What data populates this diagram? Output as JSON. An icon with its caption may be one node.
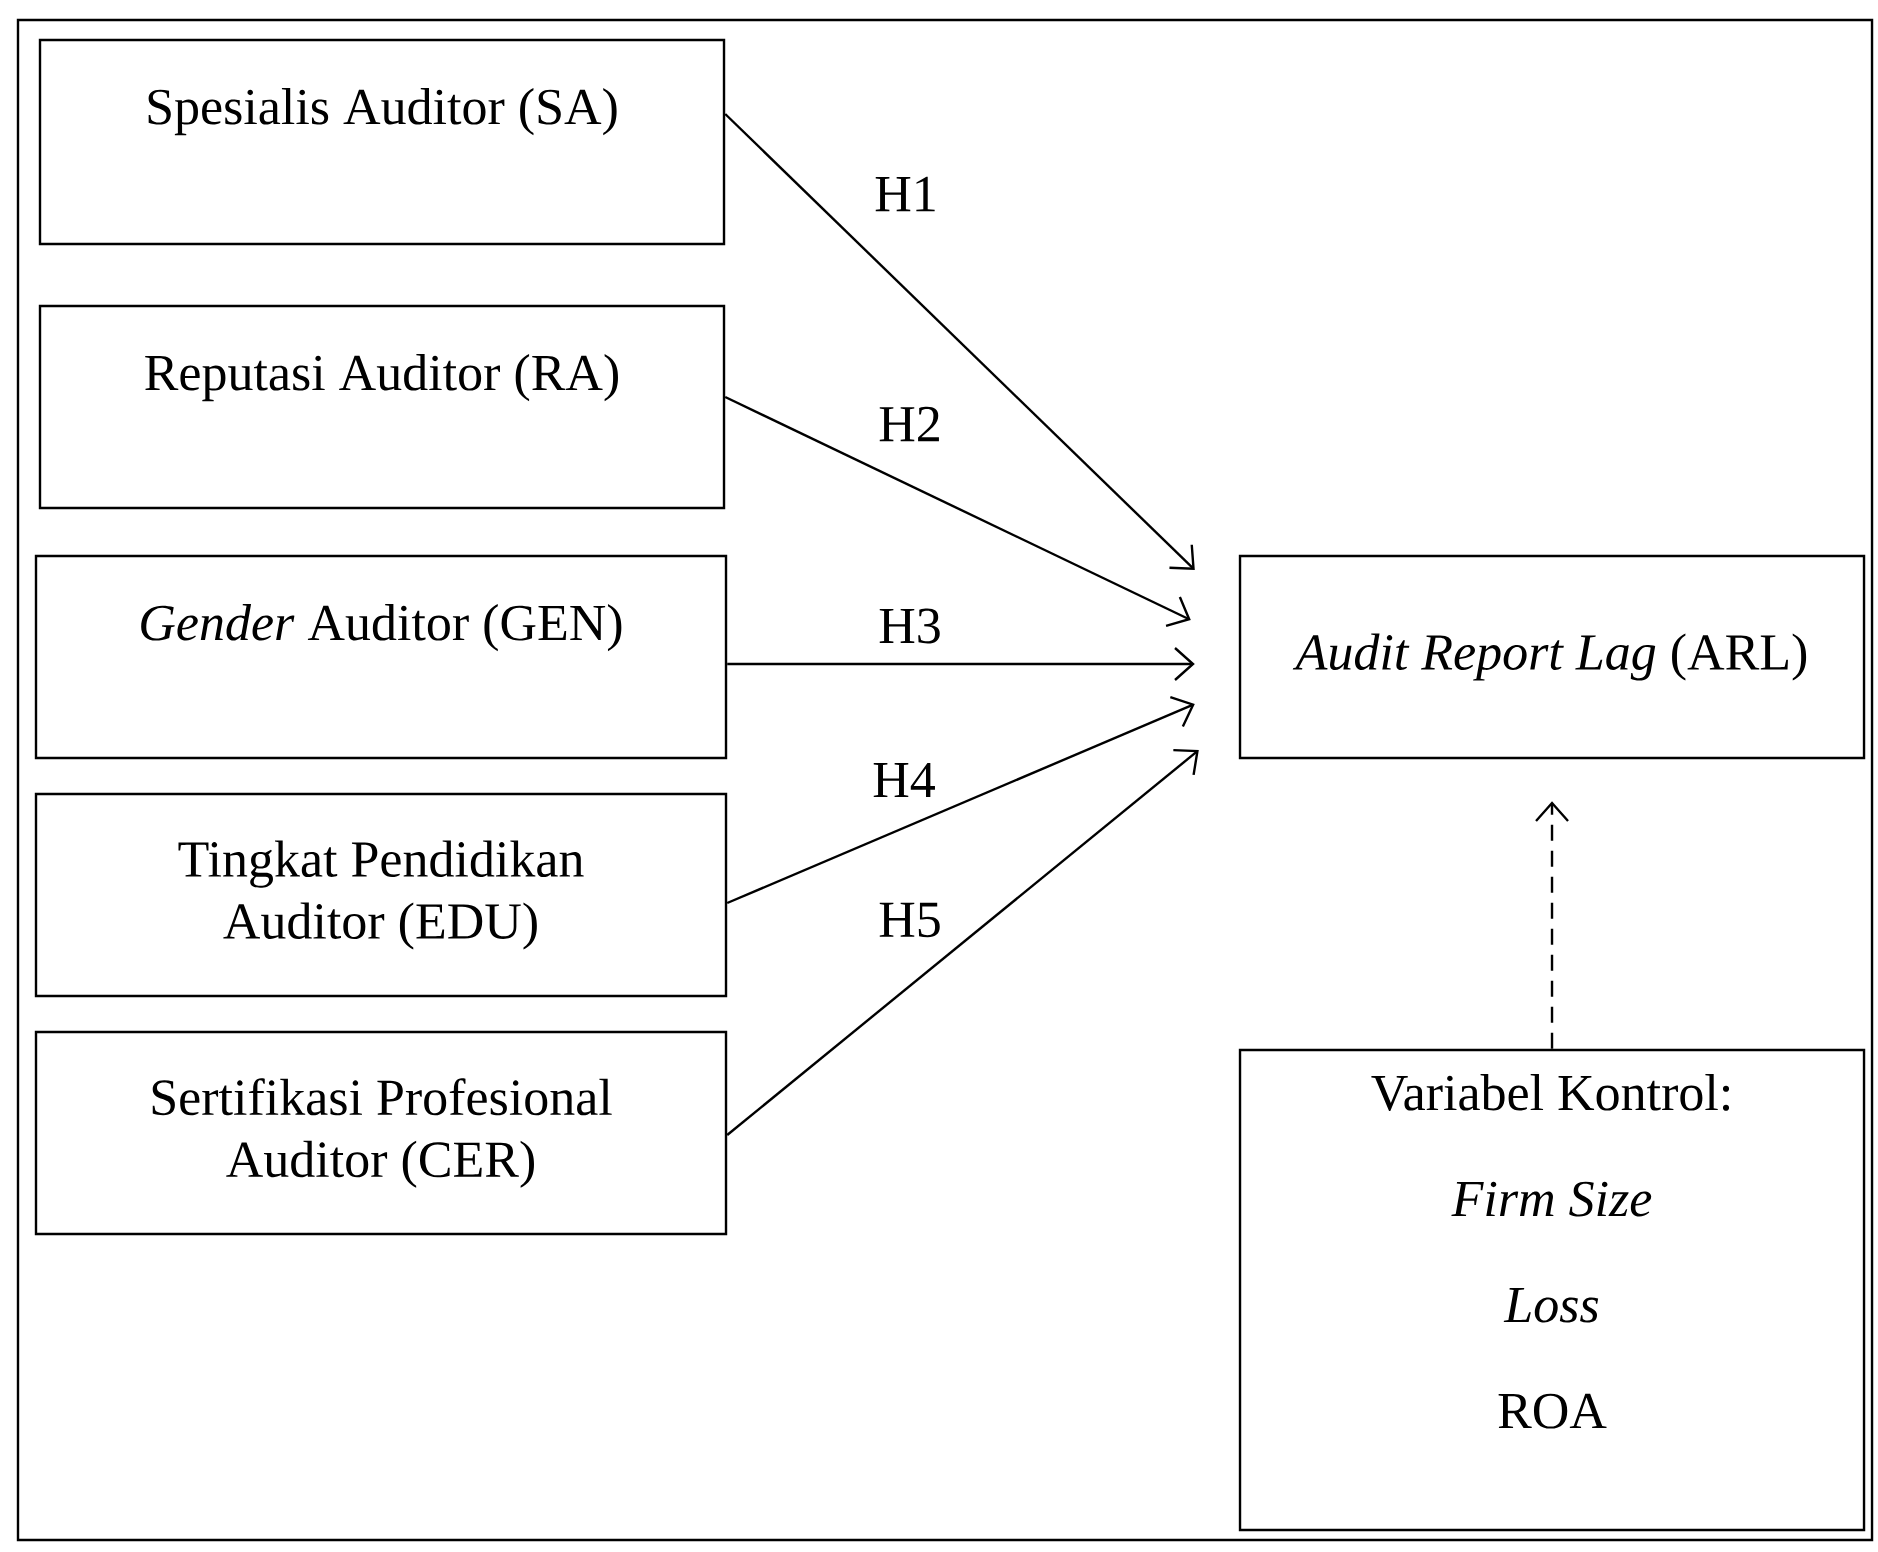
{
  "diagram": {
    "nodes": [
      {
        "text": [
          "Spesialis Auditor (SA)"
        ]
      },
      {
        "text": [
          "Reputasi Auditor (RA)"
        ]
      },
      {
        "text": [
          "*Gender* Auditor (GEN)"
        ]
      },
      {
        "text": [
          "Tingkat Pendidikan Auditor (EDU)"
        ]
      },
      {
        "text": [
          "Sertifikasi Profesional Auditor (CER)"
        ]
      },
      {
        "text": [
          "*Audit Report Lag* (ARL)"
        ]
      },
      {
        "text": [
          "Variabel Kontrol:",
          "Firm Size",
          "Loss",
          "ROA"
        ]
      }
    ],
    "edges": [
      {
        "from": 0,
        "to": 5,
        "arrow": "to",
        "label": "H1"
      },
      {
        "from": 1,
        "to": 5,
        "arrow": "to",
        "label": "H2"
      },
      {
        "from": 2,
        "to": 5,
        "arrow": "to",
        "label": "H3"
      },
      {
        "from": 3,
        "to": 5,
        "arrow": "to",
        "label": "H4"
      },
      {
        "from": 4,
        "to": 5,
        "arrow": "to",
        "label": "H5"
      },
      {
        "from": 6,
        "to": 5,
        "arrow": "to",
        "style": "dashed"
      }
    ]
  }
}
